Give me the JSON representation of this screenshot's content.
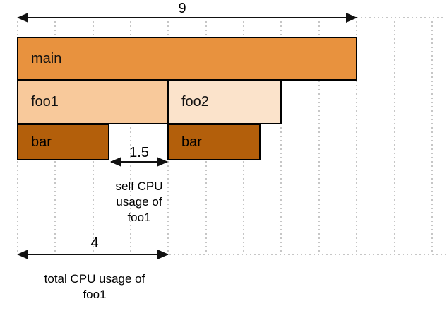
{
  "colors": {
    "main_fill": "#e8923e",
    "foo1_fill": "#f8c99b",
    "foo2_fill": "#fbe3cb",
    "bar_fill": "#b35f0b",
    "frame_border": "#000000",
    "grid": "#c6c6c6",
    "arrow": "#111111"
  },
  "frames": [
    {
      "label": "main"
    },
    {
      "label": "foo1"
    },
    {
      "label": "foo2"
    },
    {
      "label": "bar"
    },
    {
      "label": "bar"
    }
  ],
  "annotations": {
    "total_width": {
      "value": "9"
    },
    "self_cpu": {
      "value": "1.5",
      "caption_lines": [
        "self CPU",
        "usage of",
        "foo1"
      ]
    },
    "total_cpu": {
      "value": "4",
      "caption_lines": [
        "total CPU usage of",
        "foo1"
      ]
    }
  }
}
